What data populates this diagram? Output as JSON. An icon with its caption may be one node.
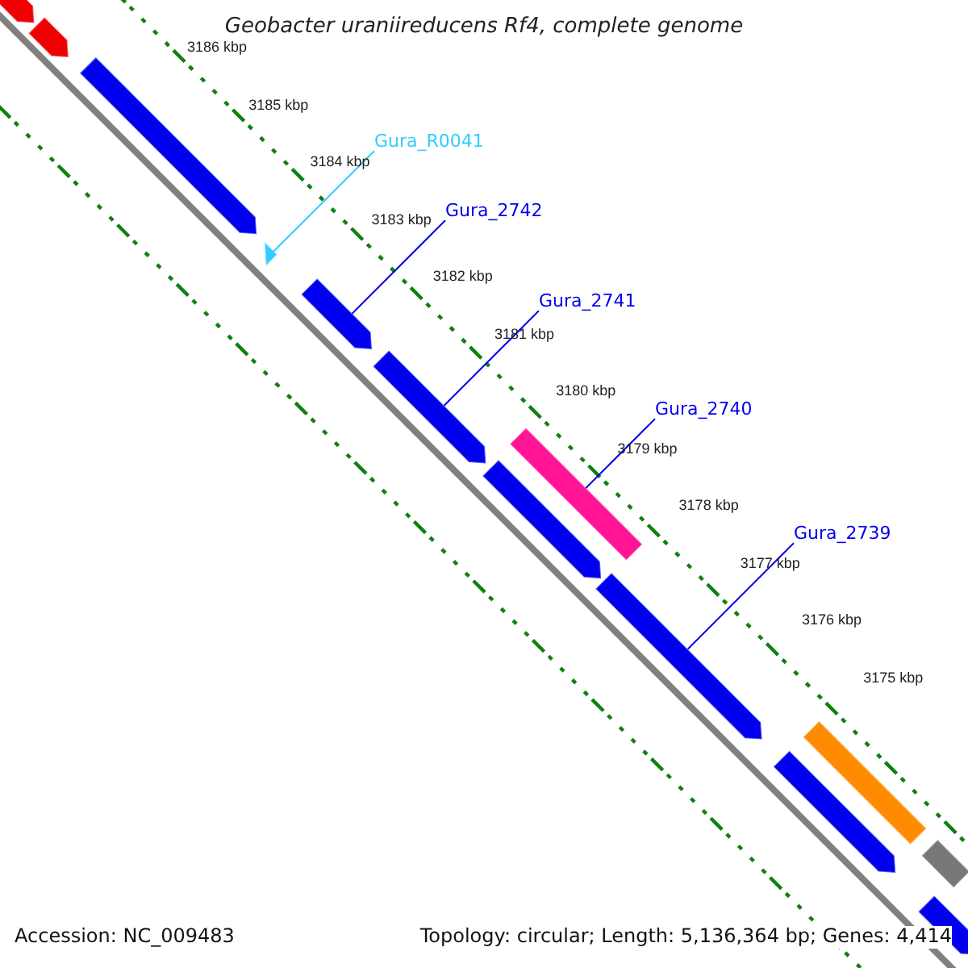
{
  "diagram": {
    "title": "Geobacter uraniireducens Rf4, complete genome",
    "nodes": [
      {
        "text": [
          "Gura_R0041"
        ]
      },
      {
        "text": [
          "Gura_2742"
        ]
      },
      {
        "text": [
          "Gura_2741"
        ]
      },
      {
        "text": [
          "Gura_2740"
        ]
      },
      {
        "text": [
          "Gura_2739"
        ]
      },
      {
        "text": [],
        "shape": "arrow"
      },
      {
        "text": [],
        "shape": "arrow"
      },
      {
        "text": [],
        "shape": "arrow"
      },
      {
        "text": [],
        "shape": "triangle"
      },
      {
        "text": [],
        "shape": "arrow"
      },
      {
        "text": [],
        "shape": "arrow"
      },
      {
        "text": [],
        "shape": "bar"
      },
      {
        "text": [],
        "shape": "arrow"
      },
      {
        "text": [],
        "shape": "arrow"
      },
      {
        "text": [],
        "shape": "bar"
      },
      {
        "text": [],
        "shape": "arrow"
      },
      {
        "text": [],
        "shape": "bar"
      },
      {
        "text": [],
        "shape": "arrow"
      }
    ],
    "edges": [
      {
        "from": 0,
        "to": 8,
        "arrow": "none",
        "color": "#33ccff"
      },
      {
        "from": 1,
        "to": 9,
        "arrow": "none"
      },
      {
        "from": 2,
        "to": 10,
        "arrow": "none"
      },
      {
        "from": 3,
        "to": 11,
        "arrow": "none"
      },
      {
        "from": 4,
        "to": 13,
        "arrow": "none"
      }
    ],
    "labels": [
      "3186 kbp",
      "3185 kbp",
      "3184 kbp",
      "3183 kbp",
      "3182 kbp",
      "3181 kbp",
      "3180 kbp",
      "3179 kbp",
      "3178 kbp",
      "3177 kbp",
      "3176 kbp",
      "3175 kbp",
      "Accession: NC_009483",
      "Topology: circular; Length: 5,136,364 bp; Genes: 4,414"
    ]
  }
}
